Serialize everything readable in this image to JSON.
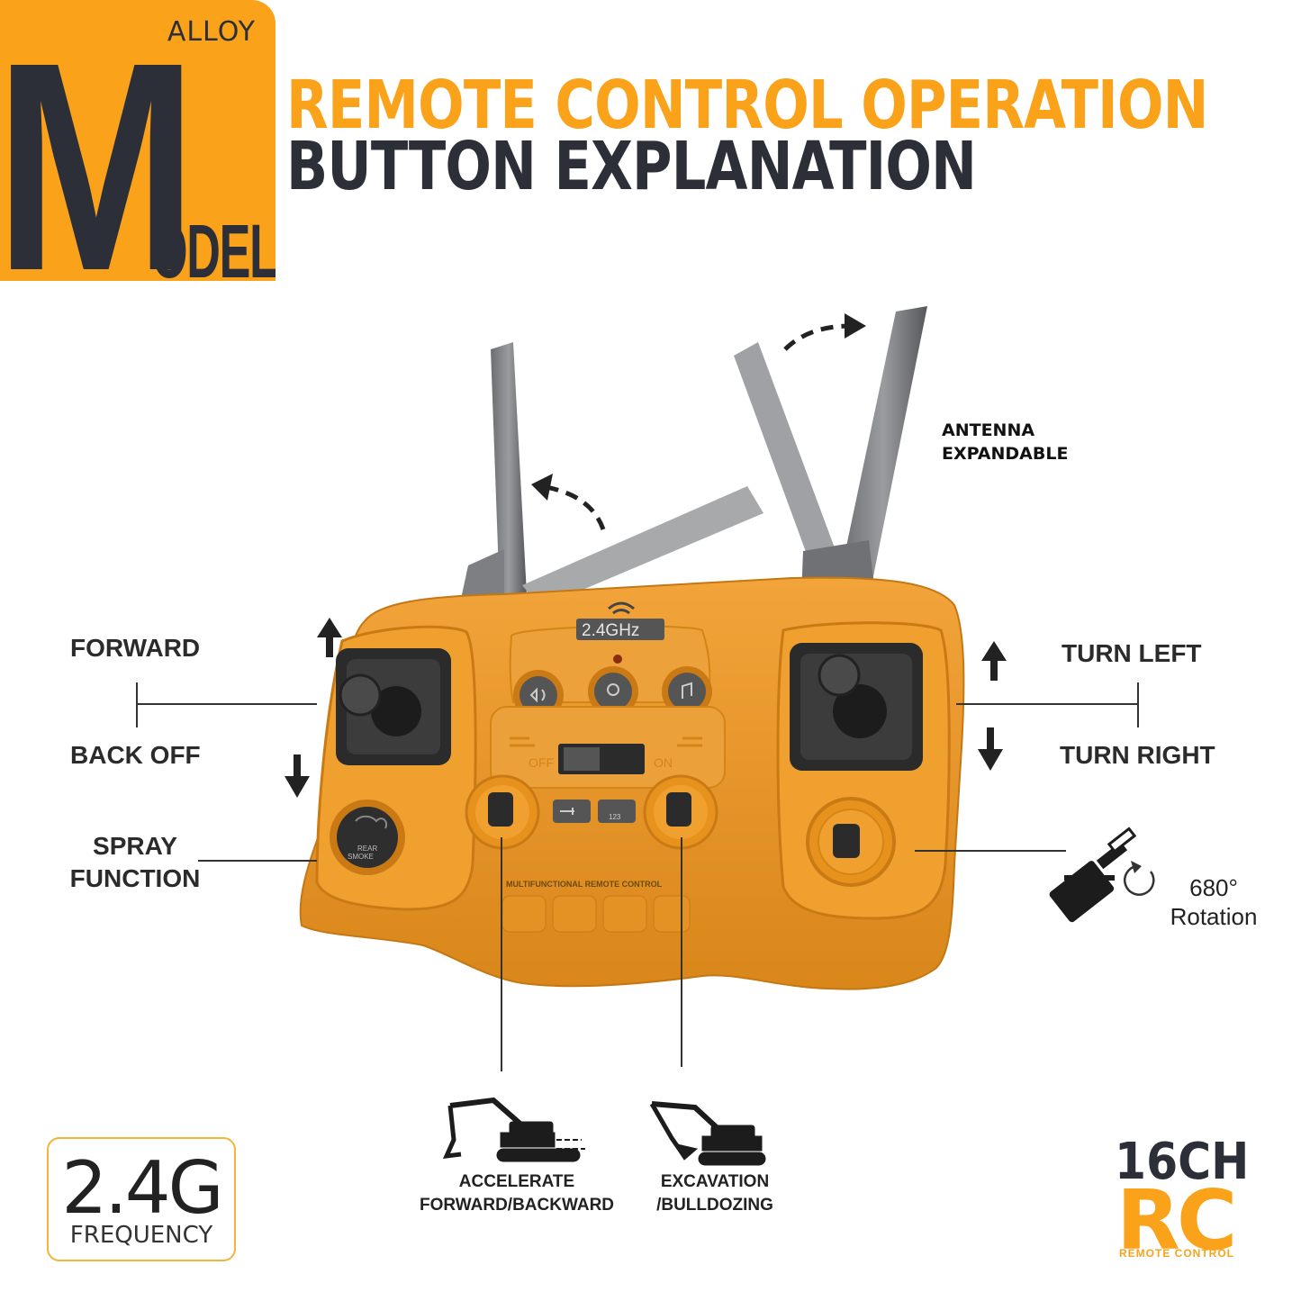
{
  "brand": {
    "alloy": "ALLOY",
    "m": "M",
    "odel": "ODEL"
  },
  "header": {
    "line1": "REMOTE CONTROL OPERATION",
    "line2": "BUTTON EXPLANATION"
  },
  "device": {
    "frequency_display": "2.4GHz",
    "switch_off": "OFF",
    "switch_on": "ON",
    "panel_text": "MULTIFUNCTIONAL REMOTE CONTROL",
    "smoke_button": [
      "REAR",
      "SMOKE"
    ],
    "mode_button": "123"
  },
  "labels": {
    "antenna": [
      "ANTENNA",
      "EXPANDABLE"
    ],
    "forward": "FORWARD",
    "back_off": "BACK OFF",
    "spray": [
      "SPRAY",
      "FUNCTION"
    ],
    "turn_left": "TURN LEFT",
    "turn_right": "TURN RIGHT",
    "rotation": [
      "680°",
      "Rotation"
    ],
    "accelerate": [
      "ACCELERATE",
      "FORWARD/BACKWARD"
    ],
    "excavation": [
      "EXCAVATION",
      "/BULLDOZING"
    ]
  },
  "badges": {
    "frequency_big": "2.4G",
    "frequency_small": "FREQUENCY",
    "channels": "16CH",
    "rc": "RC",
    "rc_sub": "REMOTE CONTROL"
  },
  "colors": {
    "brand_orange": "#f9a21a",
    "dark": "#2d2f38",
    "body_orange": "#e8921e"
  }
}
